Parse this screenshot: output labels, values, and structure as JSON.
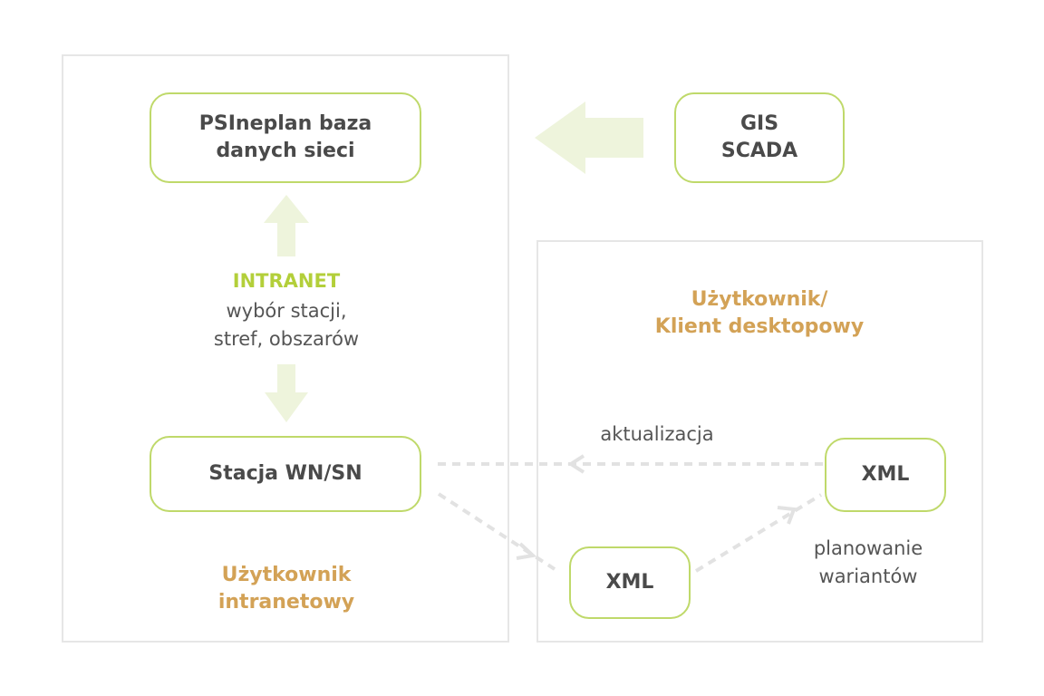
{
  "nodes": {
    "database": "PSIneplan baza\ndanych sieci",
    "gis_scada": "GIS\nSCADA",
    "station": "Stacja WN/SN",
    "xml_right": "XML",
    "xml_bottom": "XML"
  },
  "labels": {
    "intranet_title": "INTRANET",
    "intranet_desc": "wybór stacji,\nstref, obszarów",
    "intranet_user": "Użytkownik\nintranetowy",
    "desktop_user": "Użytkownik/\nKlient desktopowy",
    "update": "aktualizacja",
    "planning": "planowanie\nwariantów"
  },
  "colors": {
    "node_border": "#bfd96a",
    "arrow_fill": "#eef4dc",
    "dashed_line": "#e2e2e2",
    "accent_orange": "#d3a256",
    "accent_green": "#b3cf3a",
    "panel_border": "#e6e6e6"
  }
}
